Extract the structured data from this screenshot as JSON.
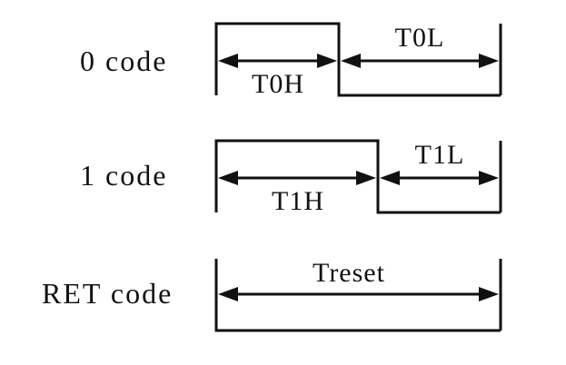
{
  "rows": [
    {
      "label": "0 code",
      "high_label": "T0H",
      "low_label": "T0L"
    },
    {
      "label": "1 code",
      "high_label": "T1H",
      "low_label": "T1L"
    },
    {
      "label": "RET code",
      "low_label": "Treset"
    }
  ]
}
